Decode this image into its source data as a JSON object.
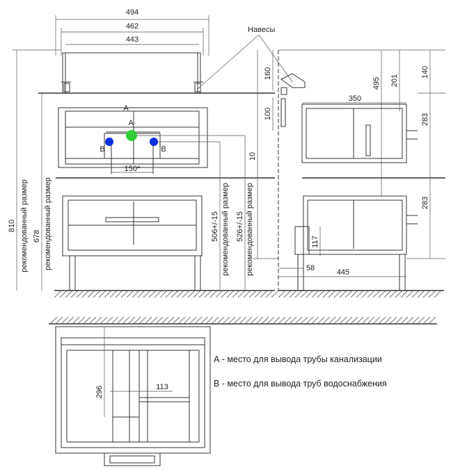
{
  "dimensions": {
    "width_outer": "494",
    "width_mid": "462",
    "width_inner": "443",
    "height_total": "810",
    "height_recommended": "678",
    "recommended_size_left": "рекомендованный размер",
    "recommended_size_left2": "рекомендованный размер",
    "pipe_b_height": "506+/-15",
    "pipe_b_label": "рекомендованный размер",
    "pipe_a_height": "526+/-15",
    "pipe_a_label": "рекомендованный размер",
    "offset_10": "10",
    "pipe_spacing": "150*",
    "side_160": "160",
    "side_100": "100",
    "side_495": "495",
    "side_201": "201",
    "side_140": "140",
    "side_350": "350",
    "side_283_top": "283",
    "side_283_bottom": "283",
    "side_117": "117",
    "side_58": "58",
    "side_445": "445",
    "top_296": "296",
    "top_113": "113"
  },
  "labels": {
    "hinges": "Навесы",
    "point_a_top": "А",
    "point_a": "А",
    "point_b_left": "В",
    "point_b_right": "В"
  },
  "legend": {
    "a": "А - место для вывода трубы канализации",
    "b": "В - место для вывода труб водоснабжения"
  },
  "colors": {
    "sewer_point": "#2fcf35",
    "water_point": "#0a2ee0",
    "line": "#333333"
  }
}
